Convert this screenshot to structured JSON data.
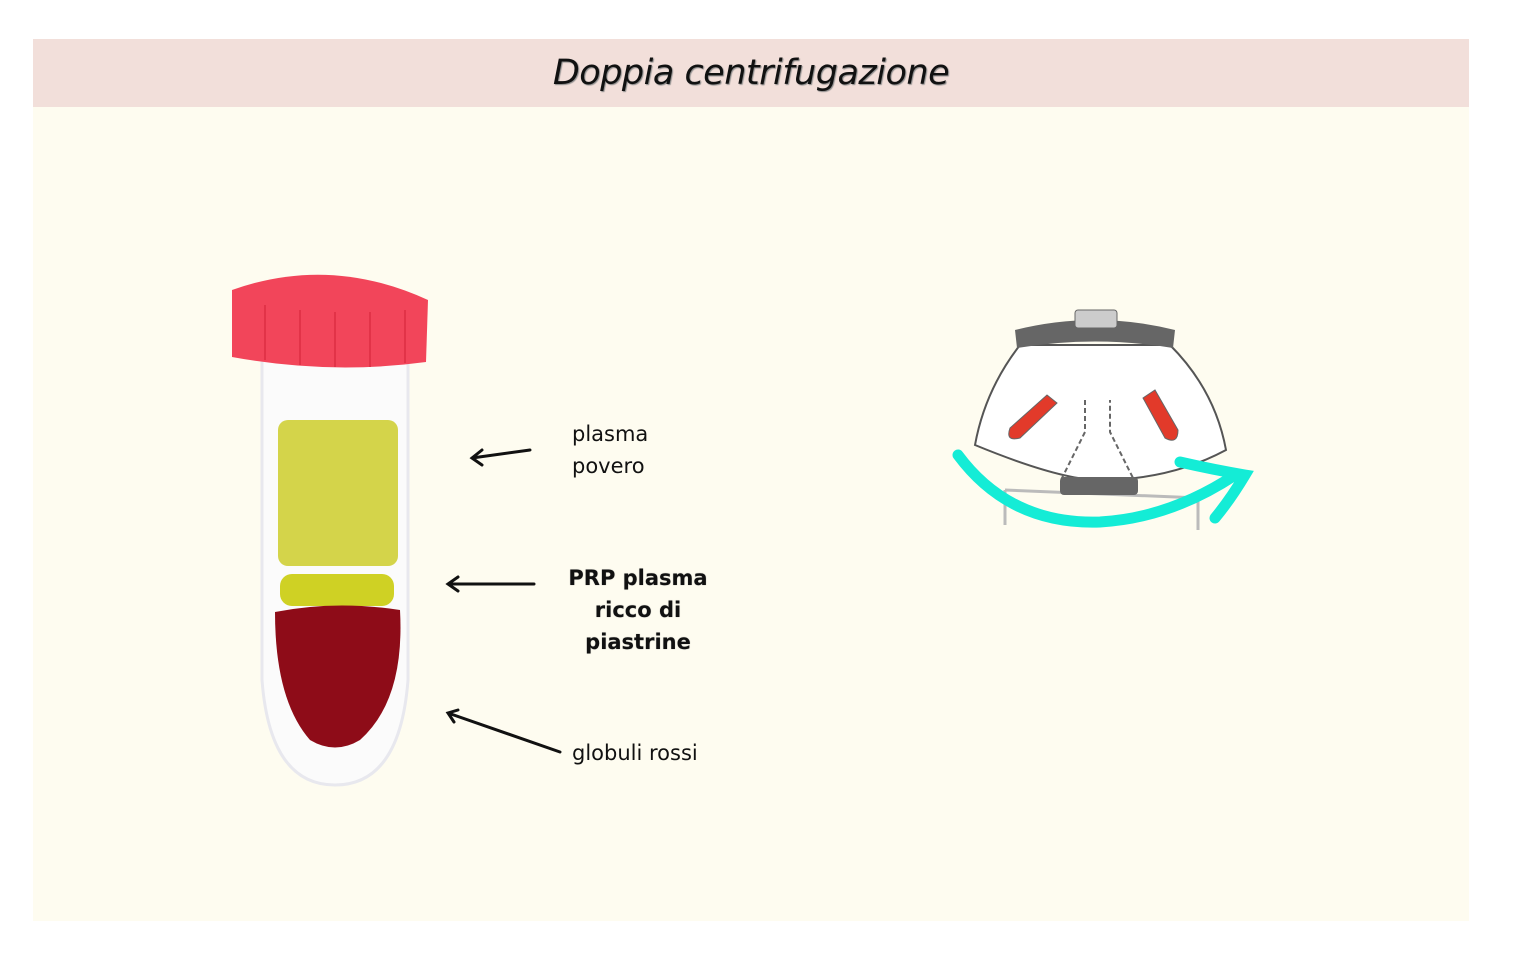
{
  "title": "Doppia centrifugazione",
  "labels": {
    "plasma_povero_1": "plasma",
    "plasma_povero_2": "povero",
    "prp_1": "PRP plasma",
    "prp_2": "ricco di",
    "prp_3": "piastrine",
    "globuli_rossi": "globuli rossi"
  },
  "colors": {
    "header": "#f2dfda",
    "background": "#fefcf0",
    "cap": "#f2455a",
    "plasma": "#d4d44a",
    "prp": "#cfd124",
    "red_cells": "#8e0c18",
    "arrow": "#14ecd6"
  }
}
